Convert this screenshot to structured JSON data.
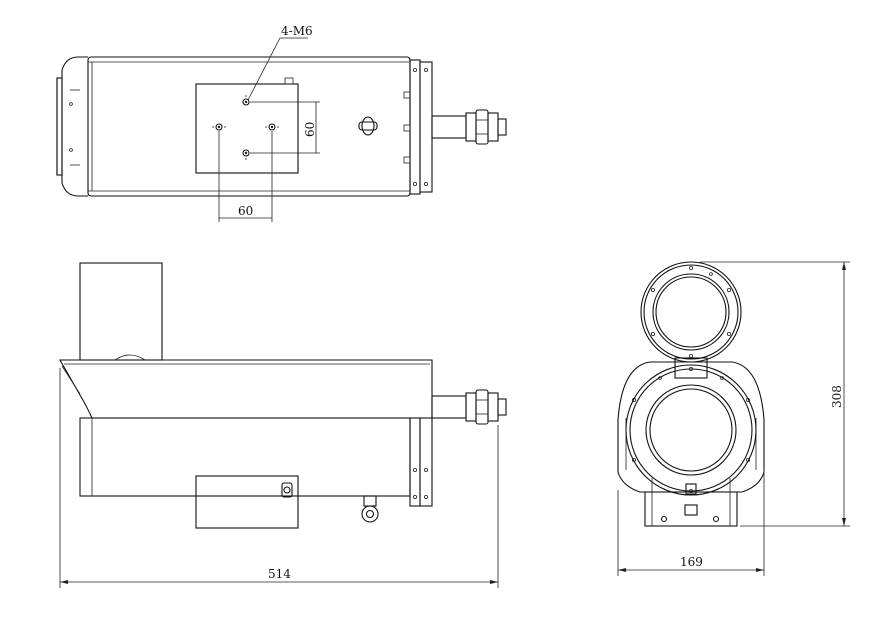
{
  "top_view": {
    "thread_callout": "4-M6",
    "hole_spacing_horizontal": "60",
    "hole_spacing_vertical": "60"
  },
  "side_view": {
    "overall_length": "514"
  },
  "front_view": {
    "overall_width": "169",
    "overall_height": "308"
  },
  "colors": {
    "line": "#111111",
    "background": "#ffffff"
  }
}
